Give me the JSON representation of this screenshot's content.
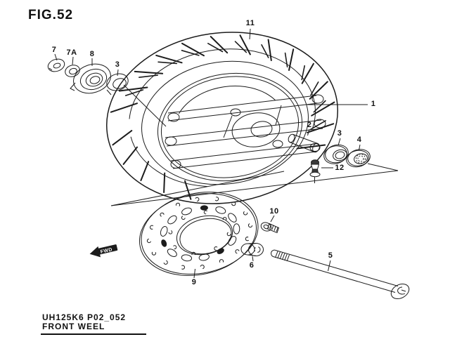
{
  "figure": {
    "title": "FIG.52"
  },
  "footer": {
    "code": "UH125K6 P02_052",
    "name": "FRONT WEEL"
  },
  "fwd_arrow": {
    "label": "FWD"
  },
  "callouts": {
    "c7": "7",
    "c7a": "7A",
    "c8": "8",
    "c3_left": "3",
    "c11": "11",
    "c1": "1",
    "c2": "2",
    "c3_right": "3",
    "c4": "4",
    "c12": "12",
    "c10": "10",
    "c6": "6",
    "c5": "5",
    "c9": "9"
  },
  "colors": {
    "line": "#1c1c1c",
    "background": "#ffffff"
  }
}
